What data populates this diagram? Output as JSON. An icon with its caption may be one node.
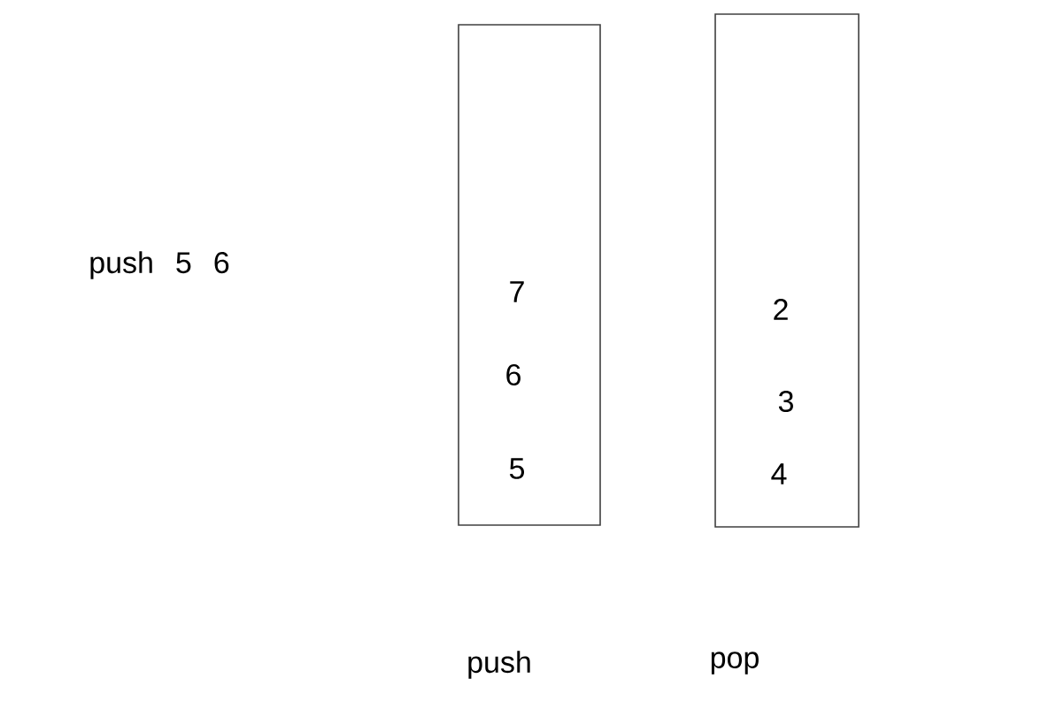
{
  "diagram": {
    "nodes": [
      {
        "text": [
          "7",
          "6",
          "5"
        ]
      },
      {
        "text": [
          "2",
          "3",
          "4"
        ]
      }
    ],
    "labels": [
      "push 5 6",
      "push",
      "pop"
    ]
  }
}
